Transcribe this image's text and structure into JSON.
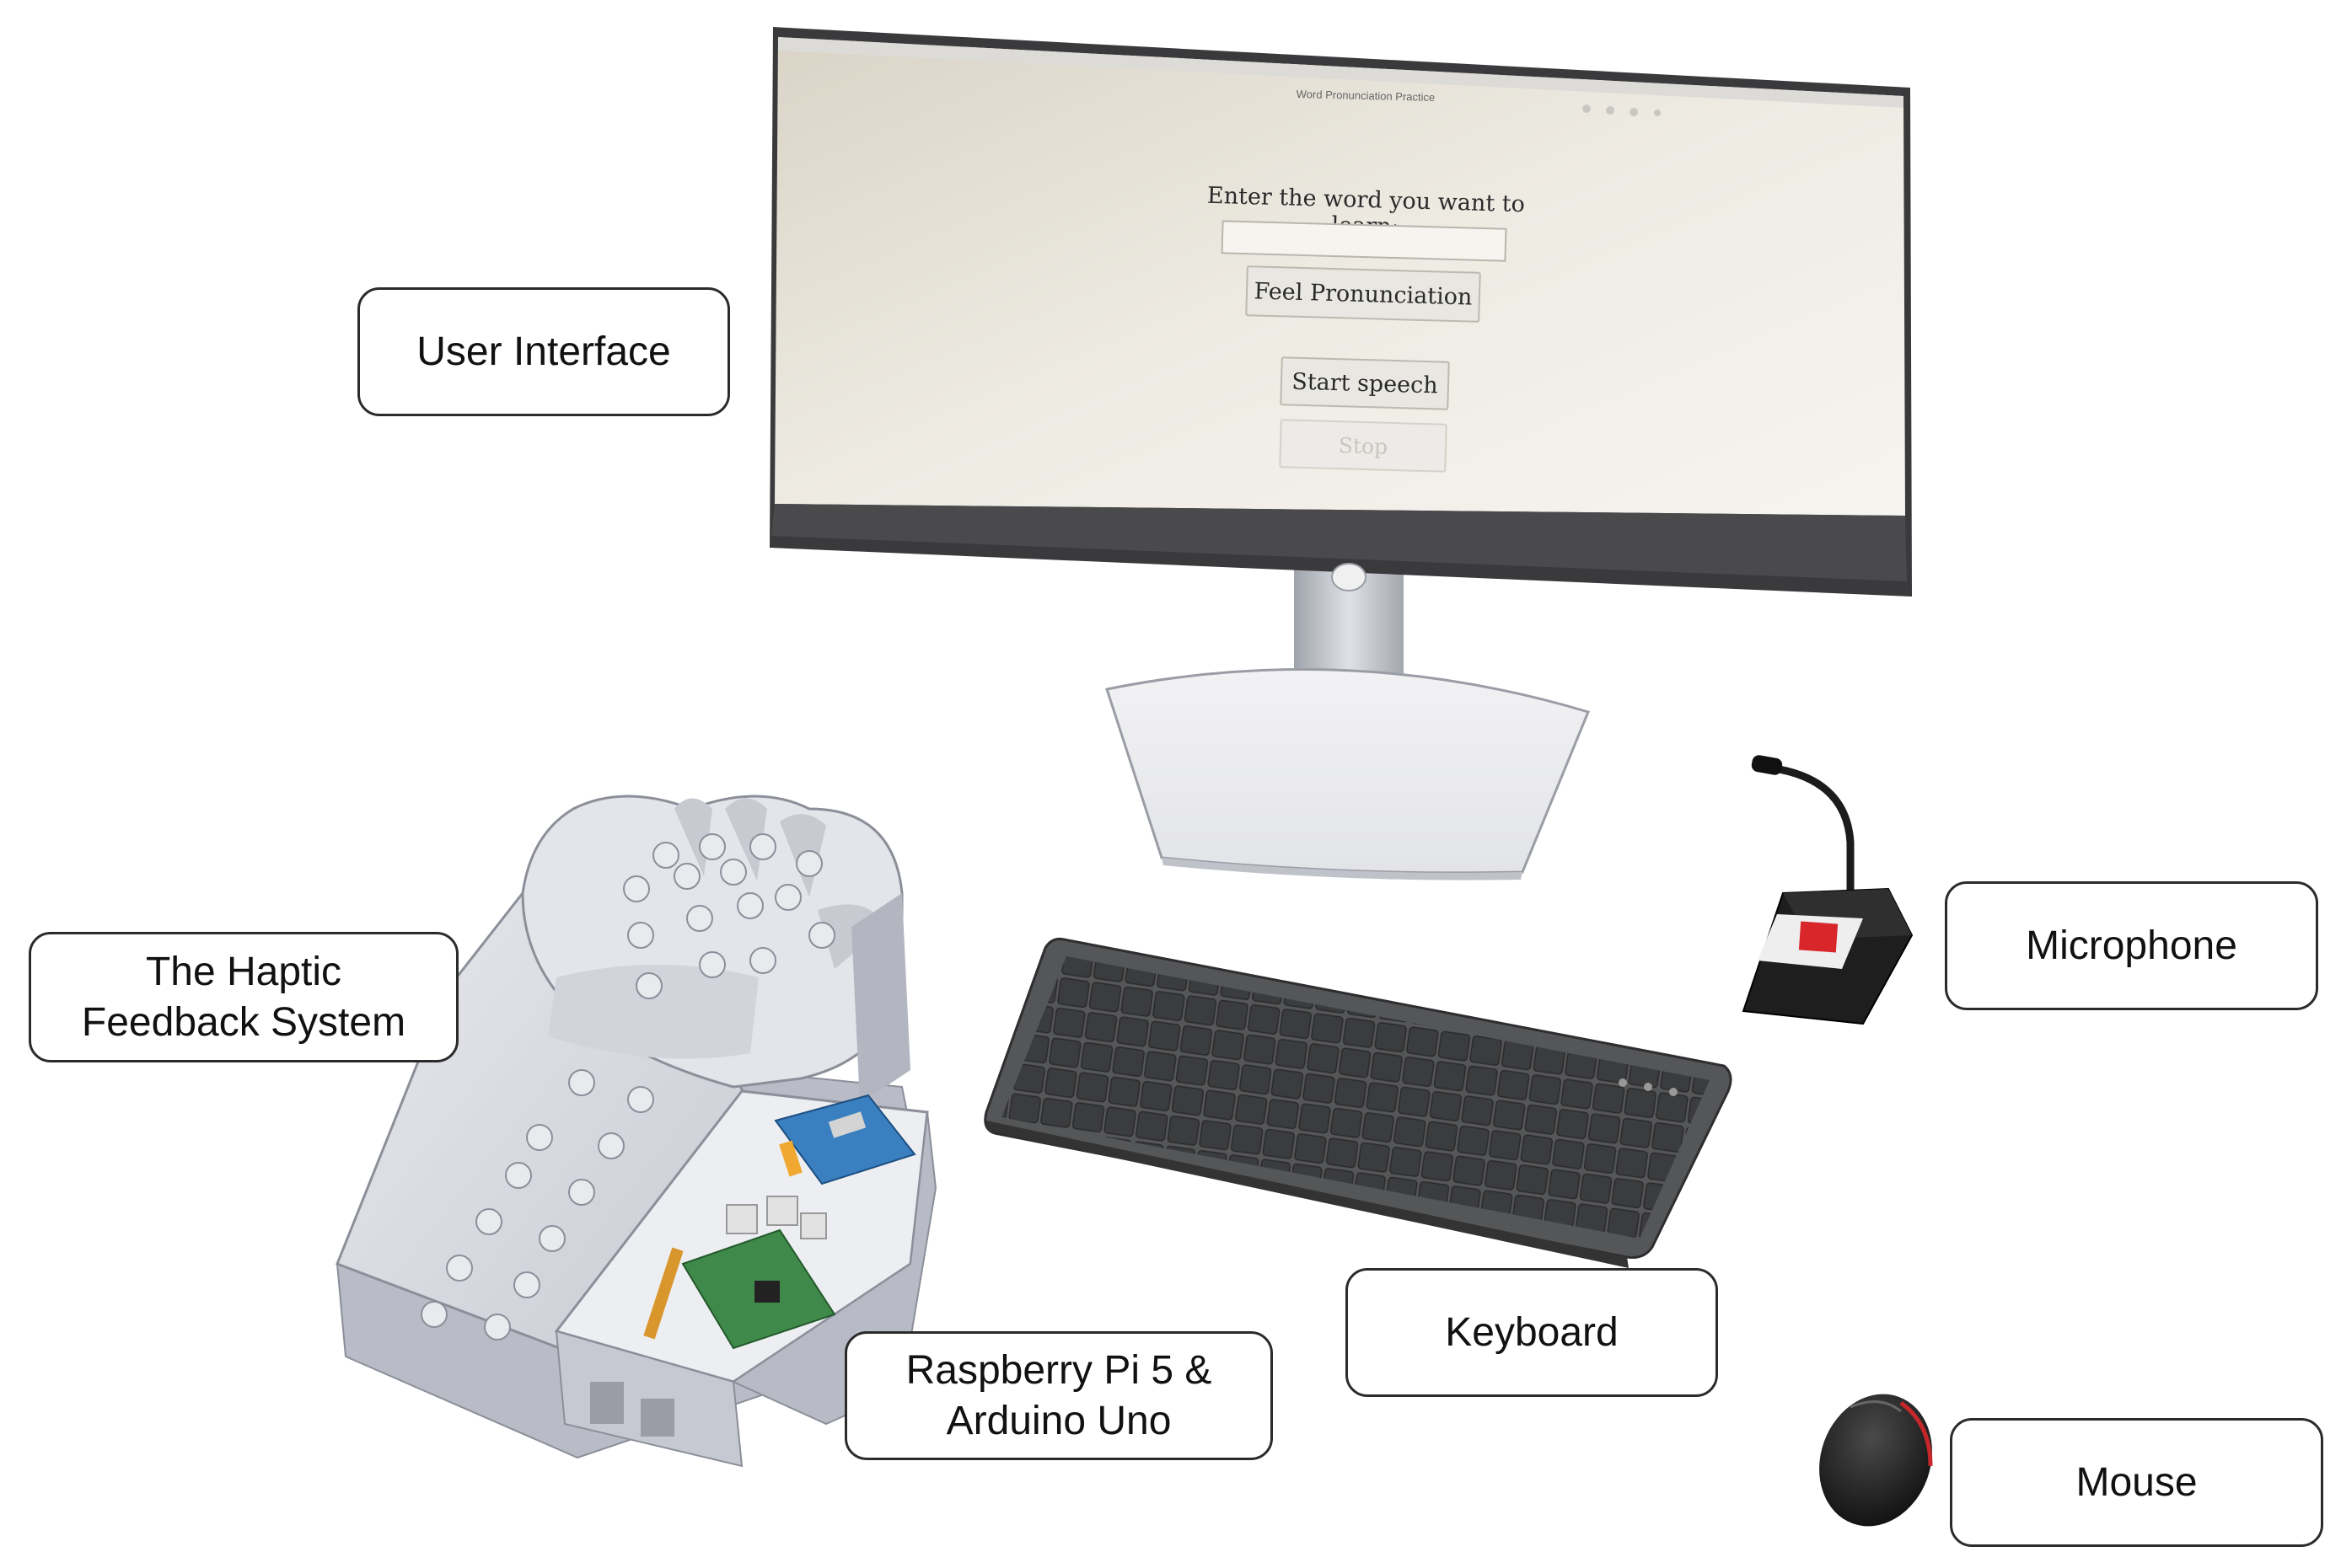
{
  "labels": {
    "user_interface": "User Interface",
    "haptic_line1": "The Haptic",
    "haptic_line2": "Feedback System",
    "microphone": "Microphone",
    "keyboard": "Keyboard",
    "pi_line1": "Raspberry Pi 5 &",
    "pi_line2": "Arduino Uno",
    "mouse": "Mouse"
  },
  "screen": {
    "window_title": "Word Pronunciation Practice",
    "prompt": "Enter the word you want to learn:",
    "input_value": "",
    "feel_button": "Feel Pronunciation",
    "start_button": "Start speech",
    "stop_button": "Stop"
  },
  "colors": {
    "device_gray": "#d7d8de",
    "monitor_frame": "#3a3a3c",
    "keyboard_body": "#555657",
    "microphone_button": "#d8262b",
    "pcb_green": "#3f8a4a",
    "arduino_blue": "#3a7fc0"
  }
}
